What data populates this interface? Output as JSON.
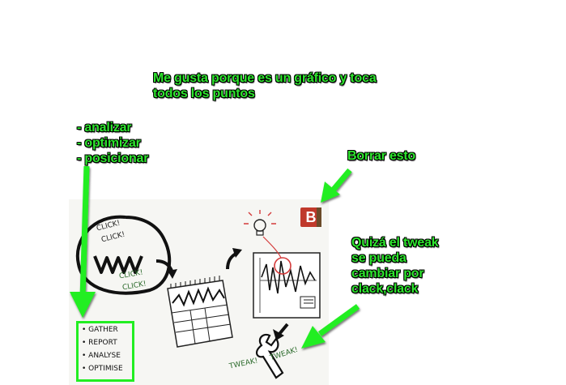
{
  "notes": {
    "top": [
      "Me gusta porque es un gráfico y toca",
      "todos los puntos"
    ],
    "left": [
      "- analizar",
      "- optimizar",
      "- posicionar"
    ],
    "borrar": "Borrar esto",
    "tweak": [
      "Quizá el tweak",
      "se pueda",
      "cambiar por",
      "clack,clack"
    ]
  },
  "sketch": {
    "click_top": [
      "CLICK!",
      "CLICK!"
    ],
    "www": "WWW",
    "click_bottom": [
      "CLICK!",
      "CLICK!"
    ],
    "list": [
      "• GATHER",
      "• REPORT",
      "• ANALYSE",
      "• OPTIMISE"
    ],
    "tweak_left": "TWEAK!",
    "tweak_right": "TWEAK!",
    "badge": "B"
  },
  "colors": {
    "annotation": "#2ee62e",
    "sketch_red": "#d43a3a",
    "badge": "#c0392b"
  }
}
